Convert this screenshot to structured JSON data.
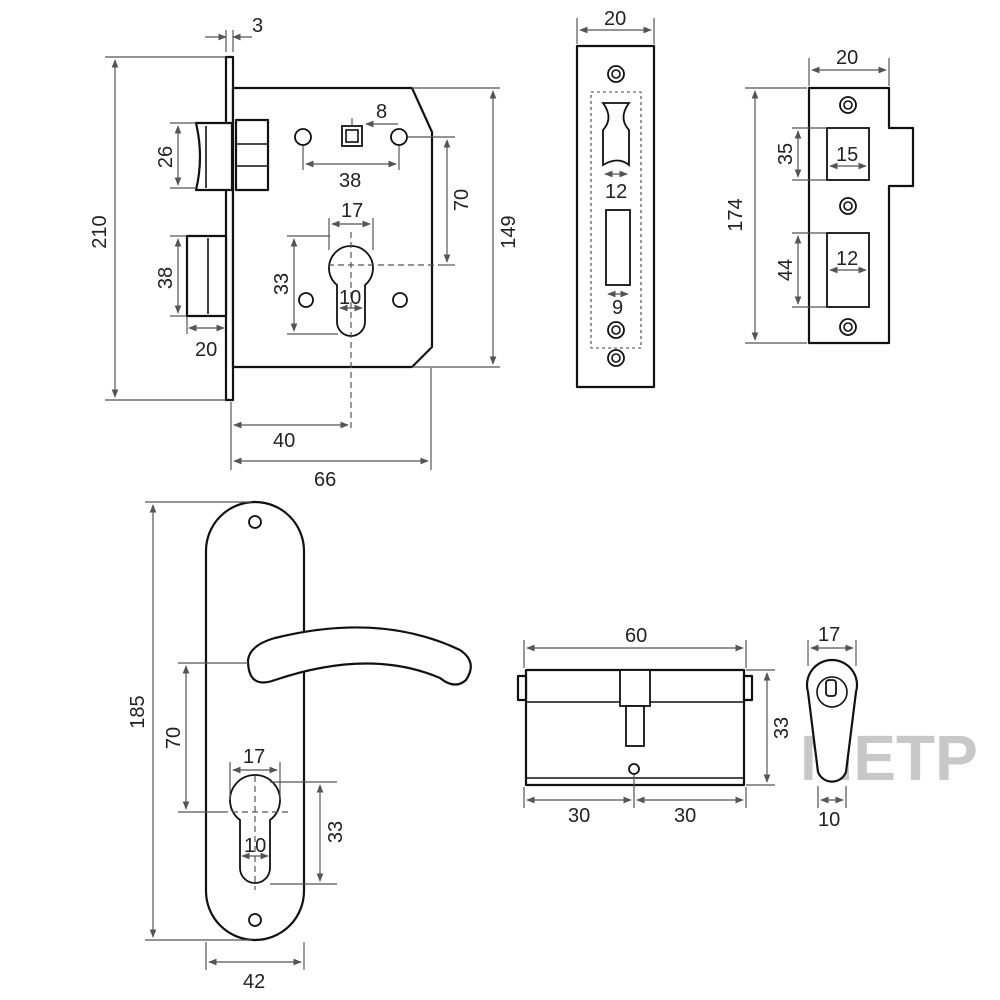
{
  "brand_text": "METP",
  "mortise": {
    "faceplate_thickness": "3",
    "height": "210",
    "latch_height": "26",
    "bolt_height": "38",
    "bolt_throw": "20",
    "spindle_hole_spacing": "8",
    "screw_spacing": "38",
    "centre_distance": "70",
    "case_height": "149",
    "cylinder_width": "17",
    "cylinder_height": "33",
    "cylinder_slot": "10",
    "backset": "40",
    "case_depth": "66"
  },
  "strike_plate": {
    "width": "20",
    "latch_slot": "12",
    "bolt_slot": "9"
  },
  "faceplate": {
    "width": "20",
    "height": "174",
    "latch_window_height": "35",
    "latch_window_width": "15",
    "bolt_window_height": "44",
    "bolt_window_width": "12"
  },
  "handle": {
    "height": "185",
    "centre_distance": "70",
    "cylinder_width": "17",
    "cylinder_height": "33",
    "cylinder_slot": "10",
    "width": "42"
  },
  "cylinder": {
    "length": "60",
    "height": "33",
    "left_length": "30",
    "right_length": "30",
    "profile_width": "17",
    "profile_bottom_width": "10"
  }
}
